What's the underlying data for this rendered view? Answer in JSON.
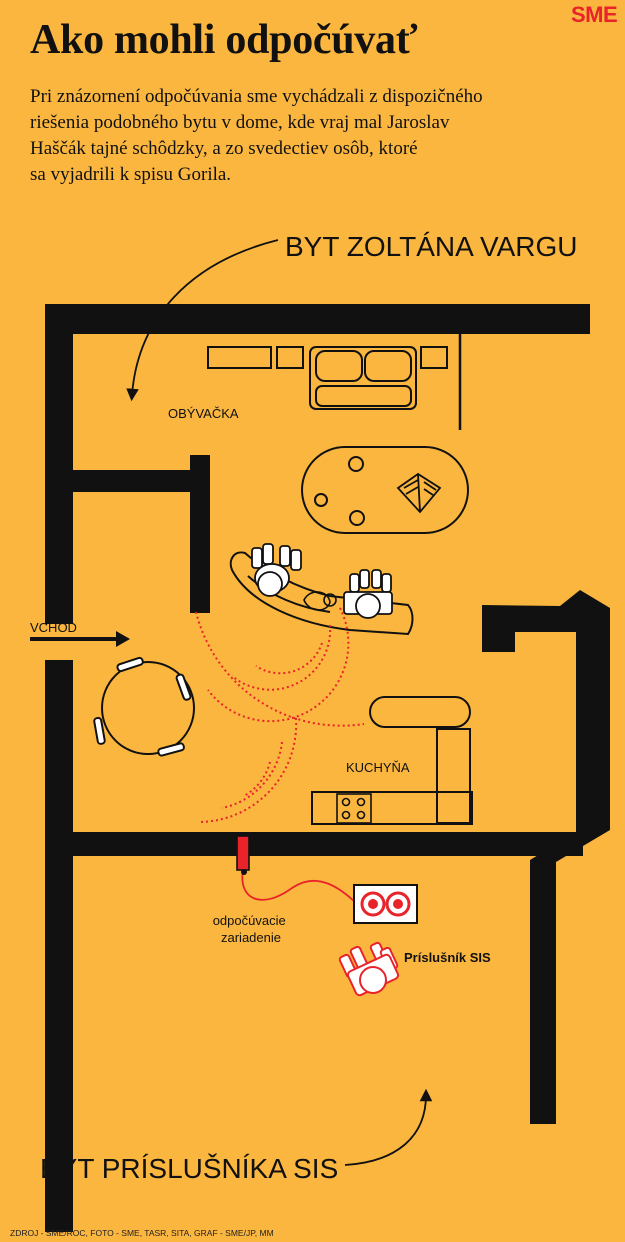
{
  "brand": {
    "logo_text": "SME",
    "accent_color": "#e8232a",
    "background_color": "#fbb63f"
  },
  "header": {
    "title": "Ako mohli odpočúvať",
    "lead_lines": [
      "Pri znázornení odpočúvania sme vychádzali z dispozičného",
      "riešenia podobného bytu v dome, kde vraj mal Jaroslav",
      "Haščák tajné schôdzky, a zo svedectiev osôb, ktoré",
      "sa vyjadrili k spisu Gorila."
    ]
  },
  "plan": {
    "upper_flat": "BYT ZOLTÁNA VARGU",
    "lower_flat": "BYT PRÍSLUŠNÍKA SIS",
    "rooms": {
      "living_room": "OBÝVAČKA",
      "kitchen": "KUCHYŇA"
    },
    "entrance": "VCHOD",
    "device_label": [
      "odpočúvacie",
      "zariadenie"
    ],
    "agent_label": "Príslušník SIS",
    "icons": [
      "arrow-icon",
      "sofa-icon",
      "table-icon",
      "book-icon",
      "person-icon",
      "stove-icon",
      "headphones-icon",
      "microphone-icon",
      "sound-wave-icon"
    ]
  },
  "footer": {
    "source": "ZDROJ - SME/ROC, FOTO - SME, TASR, SITA, GRAF - SME/JP, MM"
  }
}
